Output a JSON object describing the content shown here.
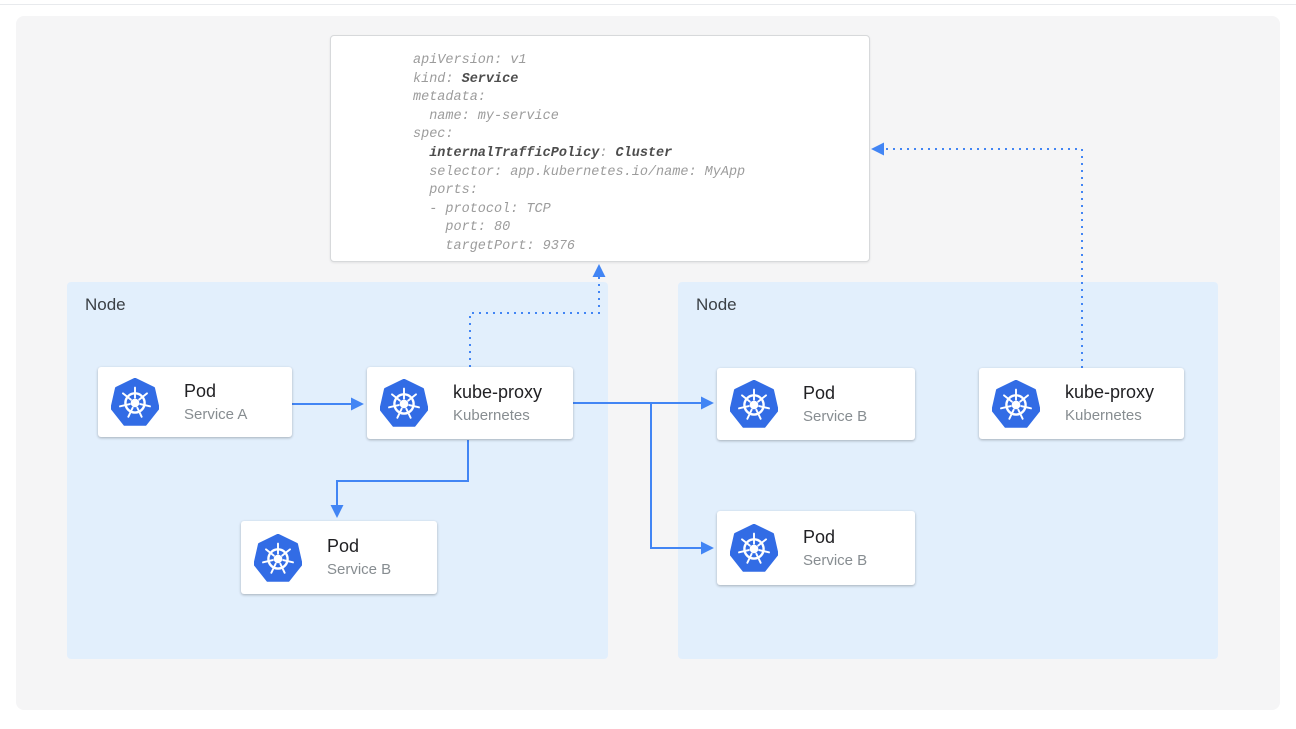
{
  "yaml": {
    "lines": [
      {
        "segments": [
          {
            "t": "apiVersion: v1",
            "b": false
          }
        ]
      },
      {
        "segments": [
          {
            "t": "kind: ",
            "b": false
          },
          {
            "t": "Service",
            "b": true
          }
        ]
      },
      {
        "segments": [
          {
            "t": "metadata:",
            "b": false
          }
        ]
      },
      {
        "segments": [
          {
            "t": "  name: my-service",
            "b": false
          }
        ]
      },
      {
        "segments": [
          {
            "t": "spec:",
            "b": false
          }
        ]
      },
      {
        "segments": [
          {
            "t": "  ",
            "b": false
          },
          {
            "t": "internalTrafficPolicy",
            "b": true
          },
          {
            "t": ": ",
            "b": false
          },
          {
            "t": "Cluster",
            "b": true
          }
        ]
      },
      {
        "segments": [
          {
            "t": "  selector: app.kubernetes.io/name: MyApp",
            "b": false
          }
        ]
      },
      {
        "segments": [
          {
            "t": "  ports:",
            "b": false
          }
        ]
      },
      {
        "segments": [
          {
            "t": "  - protocol: TCP",
            "b": false
          }
        ]
      },
      {
        "segments": [
          {
            "t": "    port: 80",
            "b": false
          }
        ]
      },
      {
        "segments": [
          {
            "t": "    targetPort: 9376",
            "b": false
          }
        ]
      }
    ]
  },
  "node_left": {
    "label": "Node"
  },
  "node_right": {
    "label": "Node"
  },
  "cards": {
    "pod_a": {
      "title": "Pod",
      "subtitle": "Service A"
    },
    "kube_proxy_left": {
      "title": "kube-proxy",
      "subtitle": "Kubernetes"
    },
    "pod_b_left": {
      "title": "Pod",
      "subtitle": "Service B"
    },
    "pod_b_right_top": {
      "title": "Pod",
      "subtitle": "Service B"
    },
    "pod_b_right_bottom": {
      "title": "Pod",
      "subtitle": "Service B"
    },
    "kube_proxy_right": {
      "title": "kube-proxy",
      "subtitle": "Kubernetes"
    }
  },
  "colors": {
    "arrow_blue": "#4285f4",
    "kubernetes_blue": "#326ce5",
    "node_panel_bg": "#e2effc",
    "canvas_bg": "#f5f5f6",
    "code_text": "#9c9c9c",
    "code_bold_text": "#4d4d4d",
    "title_text": "#212124",
    "subtitle_text": "#878d91",
    "node_label_text": "#3b4045"
  }
}
